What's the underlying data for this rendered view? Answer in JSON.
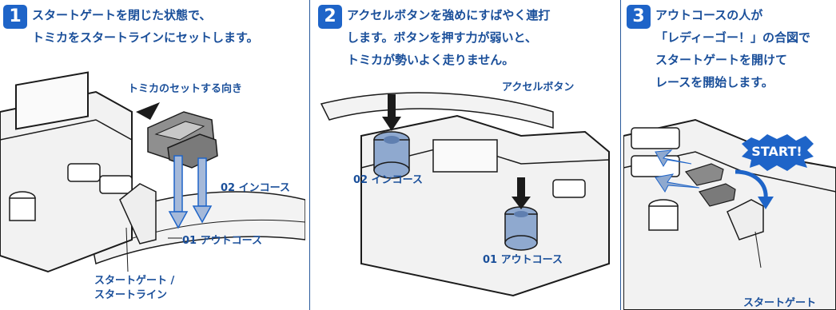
{
  "steps": [
    {
      "number": "1",
      "lines": [
        "スタートゲートを閉じた状態で、",
        "トミカをスタートラインにセットします。"
      ],
      "labels": {
        "direction": "トミカのセットする向き",
        "in_course": "02 インコース",
        "out_course": "01 アウトコース",
        "gate_line1": "スタートゲート /",
        "gate_line2": "スタートライン"
      }
    },
    {
      "number": "2",
      "lines": [
        "アクセルボタンを強めにすばやく連打",
        "します。ボタンを押す力が弱いと、",
        "トミカが勢いよく走りません。"
      ],
      "labels": {
        "accel": "アクセルボタン",
        "in_course": "02 インコース",
        "out_course": "01 アウトコース"
      }
    },
    {
      "number": "3",
      "lines": [
        "アウトコースの人が",
        "「レディーゴー！」の合図で",
        "スタートゲートを開けて",
        "レースを開始します。"
      ],
      "labels": {
        "start": "START!",
        "gate": "スタートゲート"
      }
    }
  ],
  "colors": {
    "accent": "#1e64c8",
    "text": "#1a4f9a",
    "track_fill": "#f2f2f2",
    "outline": "#1b1b1b",
    "gray_part": "#7c7c7c",
    "button": "#8fa9cf"
  }
}
